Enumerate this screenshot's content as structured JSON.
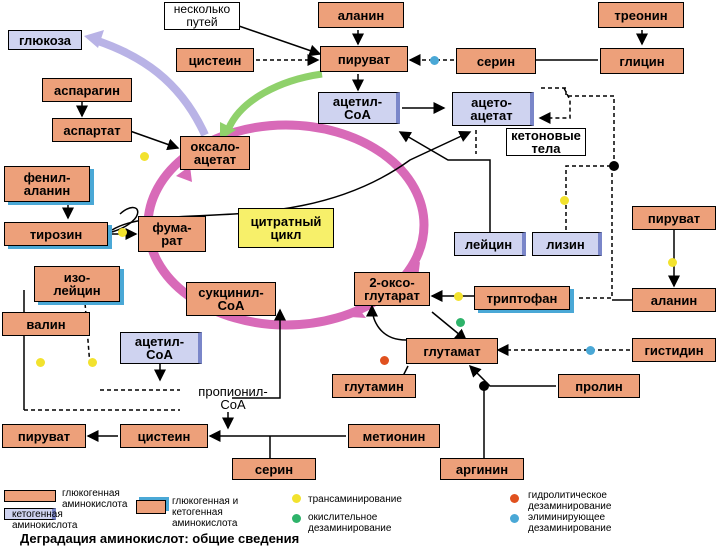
{
  "nodes": {
    "neskolko_putei": "несколько\nпутей",
    "alanin_top": "аланин",
    "treonin": "треонин",
    "glukoza": "глюкоза",
    "cistein_top": "цистеин",
    "piruvat_top": "пируват",
    "serin_top": "серин",
    "glicin": "глицин",
    "asparagin": "аспарагин",
    "acetil_coa": "ацетил-\nCoA",
    "acetoacetat": "ацето-\nацетат",
    "aspartat": "аспартат",
    "oksaloacetat": "оксало-\nацетат",
    "ketonovye_tela": "кетоновые\nтела",
    "fenilalanin": "фенил-\nаланин",
    "citratny_cikl": "цитратный\nцикл",
    "piruvat_right": "пируват",
    "tirozin": "тирозин",
    "fumarat": "фума-\nрат",
    "leicin": "лейцин",
    "lizin": "лизин",
    "izoleicin": "изо-\nлейцин",
    "sukcinil_coa": "сукцинил-\nCoA",
    "oksoglutarat": "2-оксо-\nглутарат",
    "triptofan": "триптофан",
    "alanin_right": "аланин",
    "valin": "валин",
    "acetil_coa_2": "ацетил-\nCoA",
    "glutamat": "глутамат",
    "gistidin": "гистидин",
    "glutamin": "глутамин",
    "prolin": "пролин",
    "propionil_coa": "пропионил-\nCoA",
    "piruvat_bottom": "пируват",
    "cistein_bottom": "цистеин",
    "metionin": "метионин",
    "serin_bottom": "серин",
    "arginin": "аргинин"
  },
  "legend": {
    "glucogenic": "глюкогенная\nаминокислота",
    "ketogenic": "кетогенная\nаминокислота",
    "both": "глюкогенная и\nкетогенная\nаминокислота",
    "transamination": "трансаминирование",
    "oxidative": "окислительное\nдезаминирование",
    "hydrolytic": "гидролитическое\nдезаминирование",
    "eliminating": "элиминирующее\nдезаминирование"
  },
  "caption": "Деградация аминокислот: общие сведения",
  "colors": {
    "glucogenic": "#eda07a",
    "ketogenic": "#cfd3f0",
    "cycle": "#d86ab8",
    "transamination": "#f2e22e",
    "oxidative": "#2eb36a",
    "hydrolytic": "#e0511f",
    "eliminating": "#4aa8d6",
    "glucose_arrow": "#b9b3e6",
    "green_arrow": "#8fd16b"
  }
}
